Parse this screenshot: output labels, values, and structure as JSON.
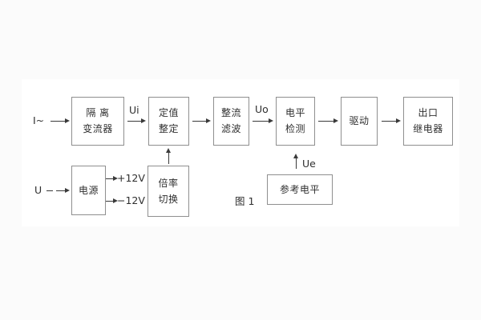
{
  "figure": {
    "caption": "图 1",
    "colors": {
      "background": "#fbfbfb",
      "canvas": "#ffffff",
      "box_border": "#8f8f8f",
      "line": "#3a3a3a",
      "text": "#2f2f2f"
    }
  },
  "inputs": {
    "current": "I~",
    "voltage": "U"
  },
  "signals": {
    "ui": "Ui",
    "uo": "Uo",
    "ue": "Ue",
    "plus12v": "+12V",
    "minus12v": "−12V"
  },
  "blocks": {
    "isolation": {
      "line1": "隔 离",
      "line2": "变流器"
    },
    "setting": {
      "line1": "定值",
      "line2": "整定"
    },
    "rectify": {
      "line1": "整流",
      "line2": "滤波"
    },
    "level": {
      "line1": "电平",
      "line2": "检测"
    },
    "drive": {
      "line1": "驱动"
    },
    "output": {
      "line1": "出口",
      "line2": "继电器"
    },
    "power": {
      "line1": "电源"
    },
    "ratio": {
      "line1": "倍率",
      "line2": "切换"
    },
    "reference": {
      "line1": "参考电平"
    }
  }
}
